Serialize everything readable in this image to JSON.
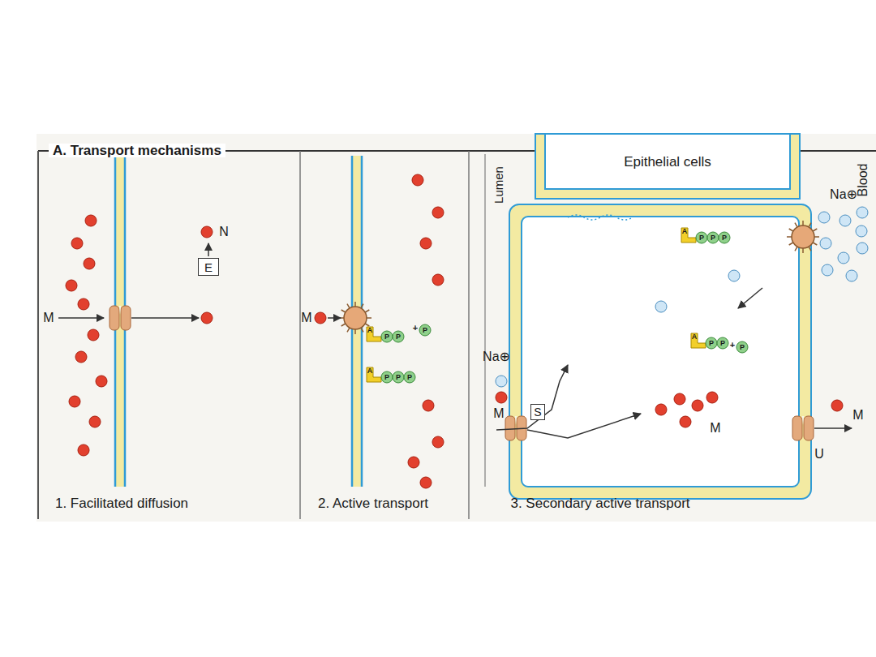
{
  "diagram": {
    "title": "A. Transport mechanisms",
    "nodes": [
      {
        "text": [
          "E"
        ]
      },
      {
        "text": [
          "Epithelial cells"
        ]
      },
      {
        "text": [
          "S"
        ]
      }
    ],
    "edges": [],
    "labels": [
      "N",
      "M",
      "M",
      "A",
      "P",
      "P",
      "+",
      "P",
      "A",
      "P",
      "P",
      "P",
      "Lumen",
      "Blood",
      "Na⊕",
      "Na⊕",
      "M",
      "M",
      "M",
      "A",
      "P",
      "P",
      "P",
      "A",
      "P",
      "P",
      "+",
      "P",
      "1. Facilitated diffusion",
      "2. Active transport",
      "3. Secondary active transport",
      "U"
    ]
  }
}
